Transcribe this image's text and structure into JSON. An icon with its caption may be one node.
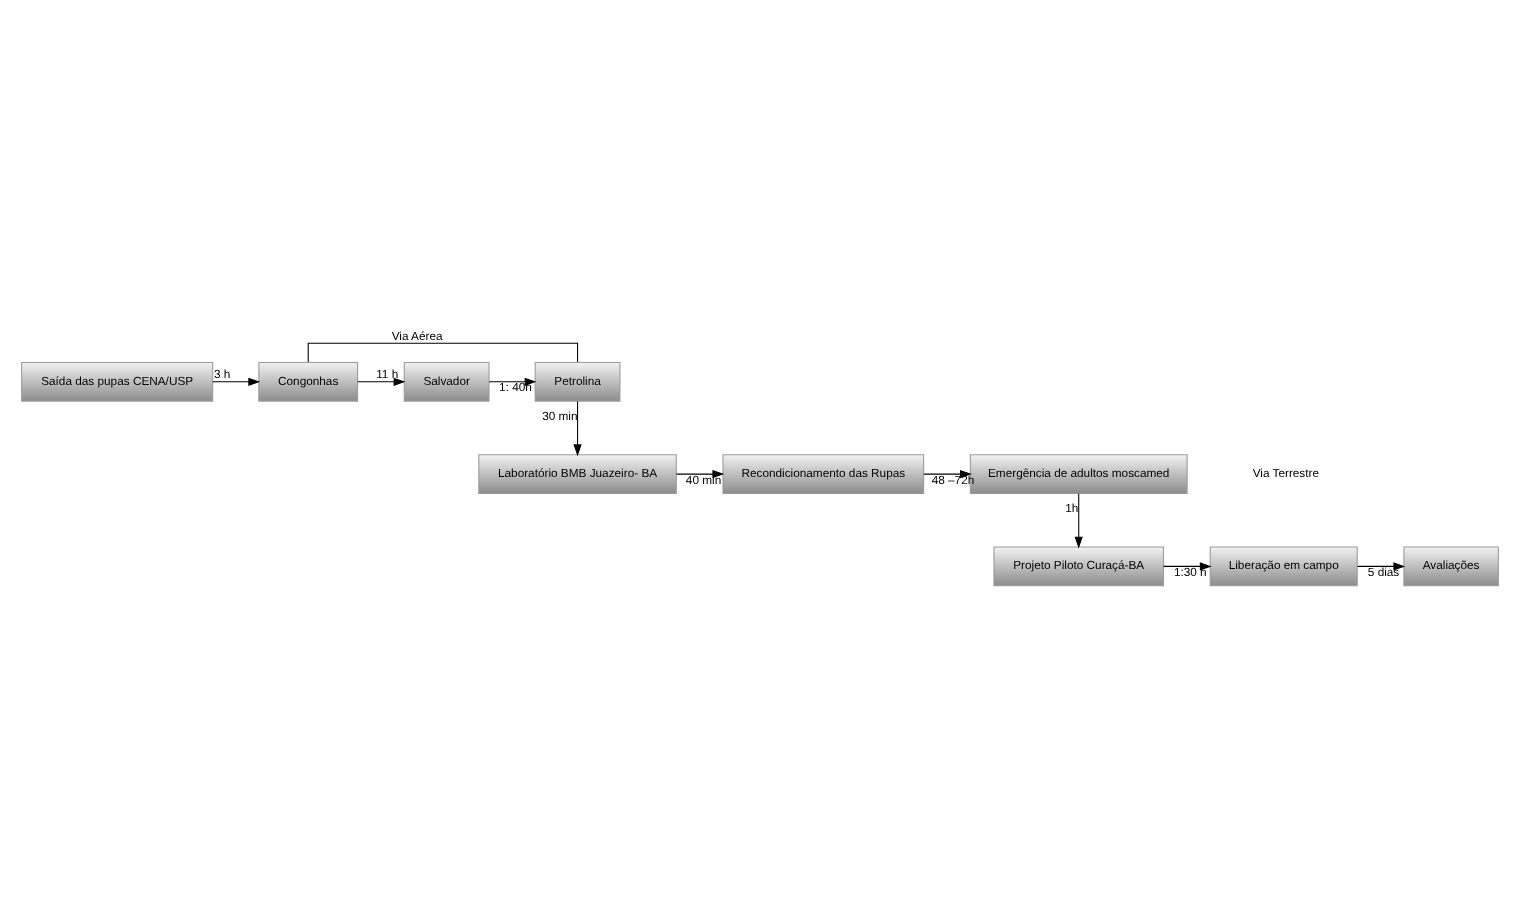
{
  "diagram": {
    "nodes": [
      {
        "text": [
          "Saída das pupas CENA/USP"
        ]
      },
      {
        "text": [
          "Congonhas"
        ]
      },
      {
        "text": [
          "Salvador"
        ]
      },
      {
        "text": [
          "Petrolina"
        ]
      },
      {
        "text": [
          "Laboratório BMB Juazeiro- BA"
        ]
      },
      {
        "text": [
          "Recondicionamento das Rupas"
        ]
      },
      {
        "text": [
          "Emergência de adultos moscamed"
        ]
      },
      {
        "text": [
          "Projeto Piloto Curaçá-BA"
        ]
      },
      {
        "text": [
          "Liberação em campo"
        ]
      },
      {
        "text": [
          "Avaliações"
        ]
      }
    ],
    "edges": [
      {
        "from": 0,
        "to": 1,
        "arrow": "to",
        "label": "3 h"
      },
      {
        "from": 1,
        "to": 2,
        "arrow": "to",
        "label": "11 h"
      },
      {
        "from": 2,
        "to": 3,
        "arrow": "to",
        "label": "1: 40h"
      },
      {
        "from": 1,
        "to": 3,
        "arrow": "none",
        "label": "Via Aérea"
      },
      {
        "from": 3,
        "to": 4,
        "arrow": "to",
        "label": "30 min"
      },
      {
        "from": 4,
        "to": 5,
        "arrow": "to",
        "label": "40 min"
      },
      {
        "from": 5,
        "to": 6,
        "arrow": "to",
        "label": "48 –72h"
      },
      {
        "from": 6,
        "to": 7,
        "arrow": "to",
        "label": "1h"
      },
      {
        "from": 7,
        "to": 8,
        "arrow": "to",
        "label": "1:30 h"
      },
      {
        "from": 8,
        "to": 9,
        "arrow": "to",
        "label": "5 dias"
      }
    ],
    "labels": [
      "Via Terrestre"
    ]
  }
}
